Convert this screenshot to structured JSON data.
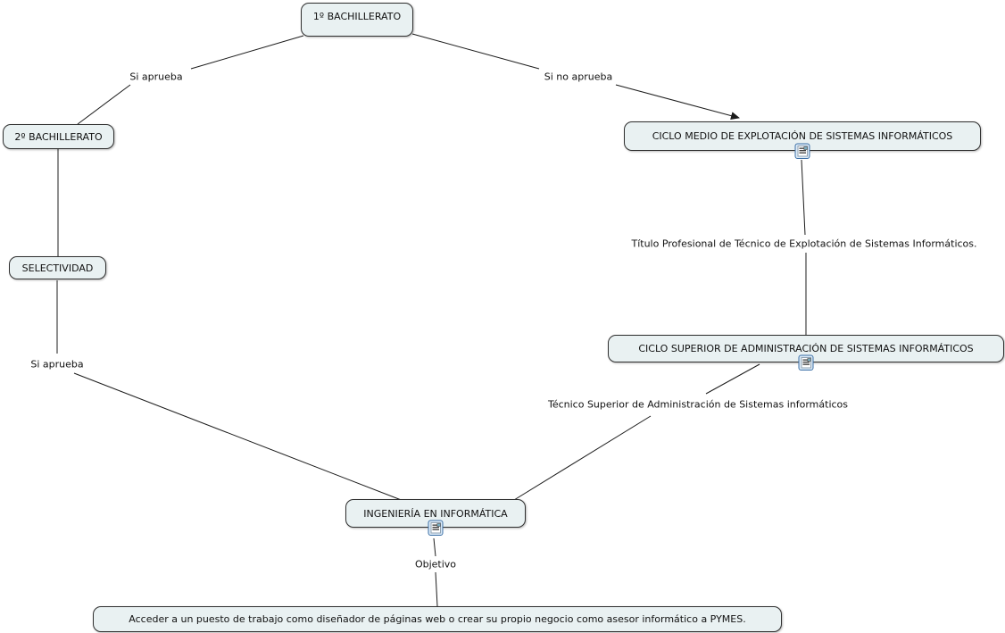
{
  "title": "Concept map: itinerario formativo en informática",
  "colors": {
    "background": "#ffffff",
    "node_fill": "#e9f1f2",
    "node_border": "#2f2f2f",
    "node_text": "#111111",
    "connector_line": "#1c1c1c",
    "resource_icon_border": "#3a6ea5",
    "resource_icon_fill": "#dcebf8"
  },
  "nodes": [
    {
      "label": "1º BACHILLERATO",
      "has_resource_icon": false
    },
    {
      "label": "2º BACHILLERATO",
      "has_resource_icon": false
    },
    {
      "label": "SELECTIVIDAD",
      "has_resource_icon": false
    },
    {
      "label": "CICLO MEDIO DE EXPLOTACIÓN DE SISTEMAS INFORMÁTICOS",
      "has_resource_icon": true
    },
    {
      "label": "CICLO SUPERIOR DE ADMINISTRACIÓN DE SISTEMAS INFORMÁTICOS",
      "has_resource_icon": true
    },
    {
      "label": "INGENIERÍA EN INFORMÁTICA",
      "has_resource_icon": true
    },
    {
      "label": "Acceder a un puesto de trabajo como diseñador de páginas web o crear su propio negocio como asesor informático a PYMES.",
      "has_resource_icon": false
    }
  ],
  "link_labels": [
    {
      "label": "Si aprueba"
    },
    {
      "label": "Si no aprueba"
    },
    {
      "label": "Título Profesional de Técnico de Explotación de Sistemas Informáticos."
    },
    {
      "label": "Técnico Superior de Administración de Sistemas informáticos"
    },
    {
      "label": "Si aprueba"
    },
    {
      "label": "Objetivo"
    }
  ],
  "edges": [
    {
      "from": "1º BACHILLERATO",
      "via": "Si aprueba",
      "to": "2º BACHILLERATO",
      "arrowhead": false
    },
    {
      "from": "1º BACHILLERATO",
      "via": "Si no aprueba",
      "to": "CICLO MEDIO DE EXPLOTACIÓN DE SISTEMAS INFORMÁTICOS",
      "arrowhead": true
    },
    {
      "from": "2º BACHILLERATO",
      "via": "",
      "to": "SELECTIVIDAD",
      "arrowhead": false
    },
    {
      "from": "SELECTIVIDAD",
      "via": "Si aprueba",
      "to": "INGENIERÍA EN INFORMÁTICA",
      "arrowhead": false
    },
    {
      "from": "CICLO MEDIO DE EXPLOTACIÓN DE SISTEMAS INFORMÁTICOS",
      "via": "Título Profesional de Técnico de Explotación de Sistemas Informáticos.",
      "to": "CICLO SUPERIOR DE ADMINISTRACIÓN DE SISTEMAS INFORMÁTICOS",
      "arrowhead": false
    },
    {
      "from": "CICLO SUPERIOR DE ADMINISTRACIÓN DE SISTEMAS INFORMÁTICOS",
      "via": "Técnico Superior de Administración de Sistemas informáticos",
      "to": "INGENIERÍA EN INFORMÁTICA",
      "arrowhead": false
    },
    {
      "from": "INGENIERÍA EN INFORMÁTICA",
      "via": "Objetivo",
      "to": "Acceder a un puesto de trabajo como diseñador de páginas web o crear su propio negocio como asesor informático a PYMES.",
      "arrowhead": false
    }
  ],
  "icons": {
    "resource": "resource-icon"
  }
}
